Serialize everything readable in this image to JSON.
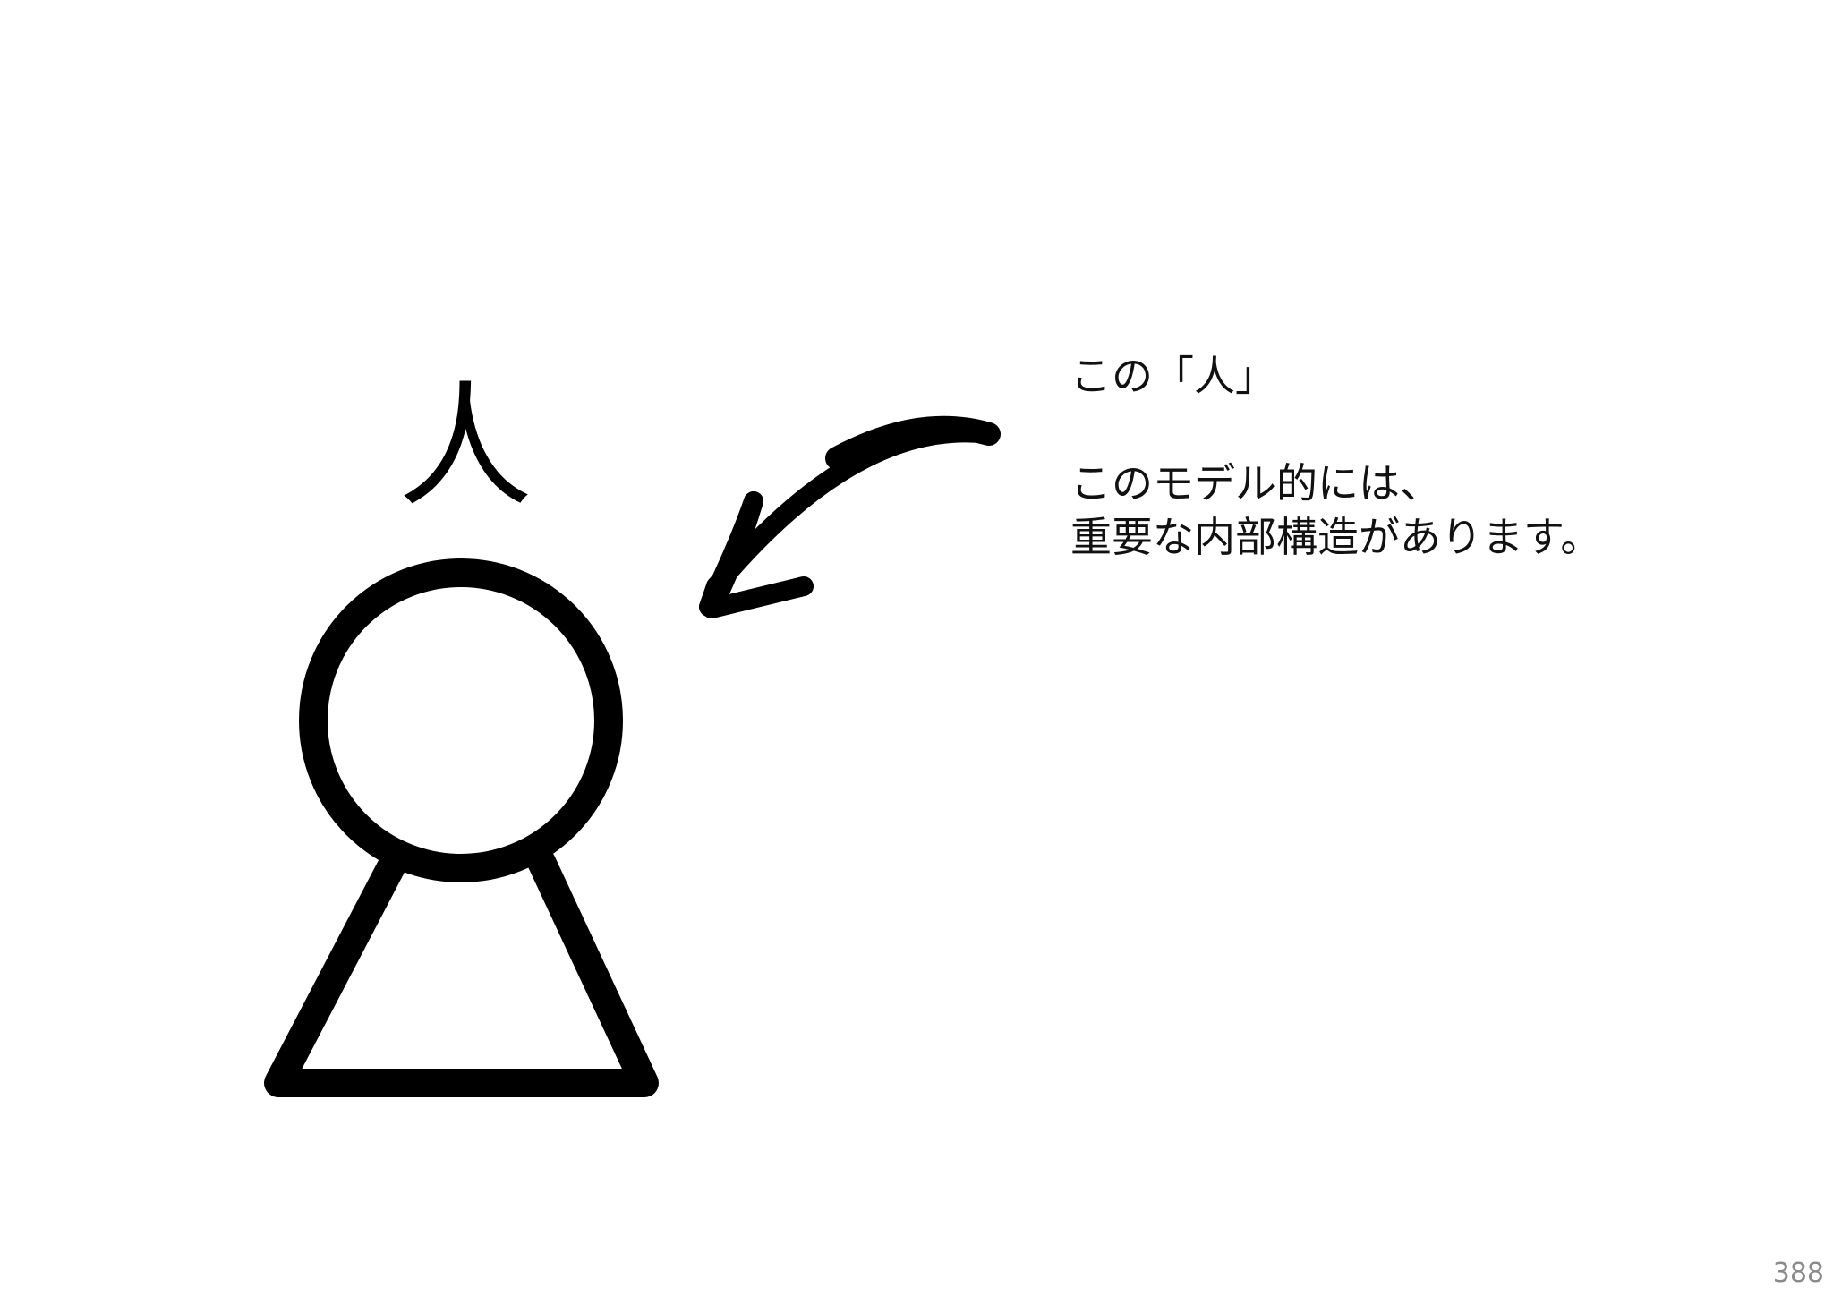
{
  "slide": {
    "figure_label": "人",
    "note": {
      "line1": "この「人」",
      "line2": "このモデル的には、",
      "line3": "重要な内部構造があります。"
    },
    "page_number": "388"
  },
  "colors": {
    "background": "#ffffff",
    "ink": "#000000",
    "text": "#111111",
    "page_number": "#8a8a8a"
  },
  "icons": {
    "figure": "person-pictogram-icon",
    "pointer": "curved-arrow-icon"
  }
}
